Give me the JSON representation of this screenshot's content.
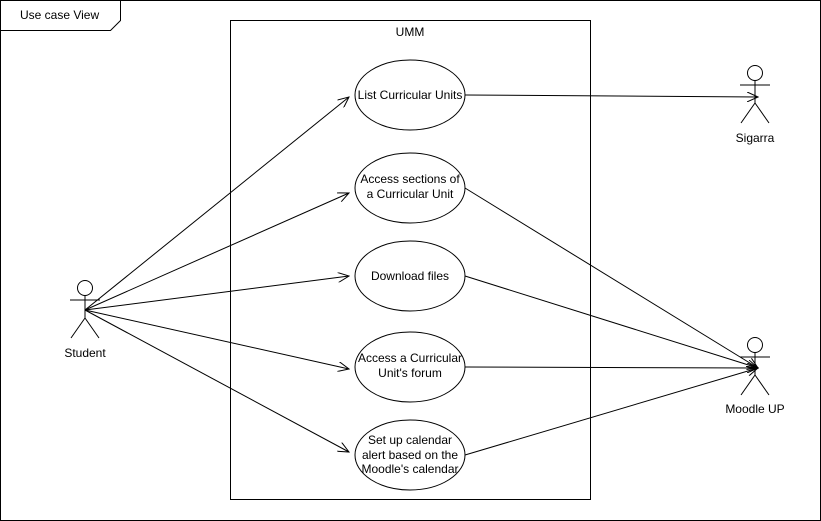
{
  "frame": {
    "title": "Use case View"
  },
  "system": {
    "title": "UMM"
  },
  "actors": {
    "student": {
      "name": "Student"
    },
    "sigarra": {
      "name": "Sigarra"
    },
    "moodle": {
      "name": "Moodle UP"
    }
  },
  "use_cases": [
    {
      "lines": [
        "List Curricular Units"
      ]
    },
    {
      "lines": [
        "Access sections of",
        "a Curricular Unit"
      ]
    },
    {
      "lines": [
        "Download files"
      ]
    },
    {
      "lines": [
        "Access a Curricular",
        "Unit's forum"
      ]
    },
    {
      "lines": [
        "Set up calendar",
        "alert based on the",
        "Moodle's calendar"
      ]
    }
  ]
}
